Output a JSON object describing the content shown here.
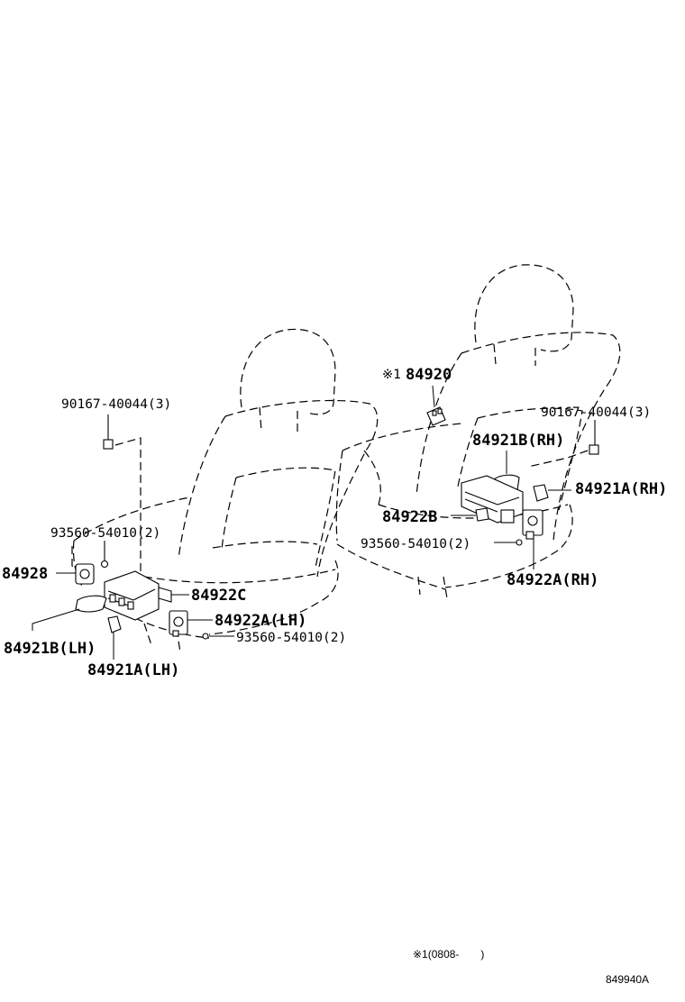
{
  "labels": {
    "bolt_lh": "90167-40044(3)",
    "screw_lh_upper": "93560-54010(2)",
    "part_84928": "84928",
    "part_84922c": "84922C",
    "part_84922a_lh": "84922A(LH)",
    "screw_lh_lower": "93560-54010(2)",
    "part_84921b_lh": "84921B(LH)",
    "part_84921a_lh": "84921A(LH)",
    "note_prefix": "※1",
    "part_84920": "84920",
    "bolt_rh": "90167-40044(3)",
    "part_84921b_rh": "84921B(RH)",
    "part_84921a_rh": "84921A(RH)",
    "part_84922b": "84922B",
    "screw_rh": "93560-54010(2)",
    "part_84922a_rh": "84922A(RH)"
  },
  "footer": {
    "note": "※1(0808-　　)",
    "diagram_code": "849940A"
  }
}
